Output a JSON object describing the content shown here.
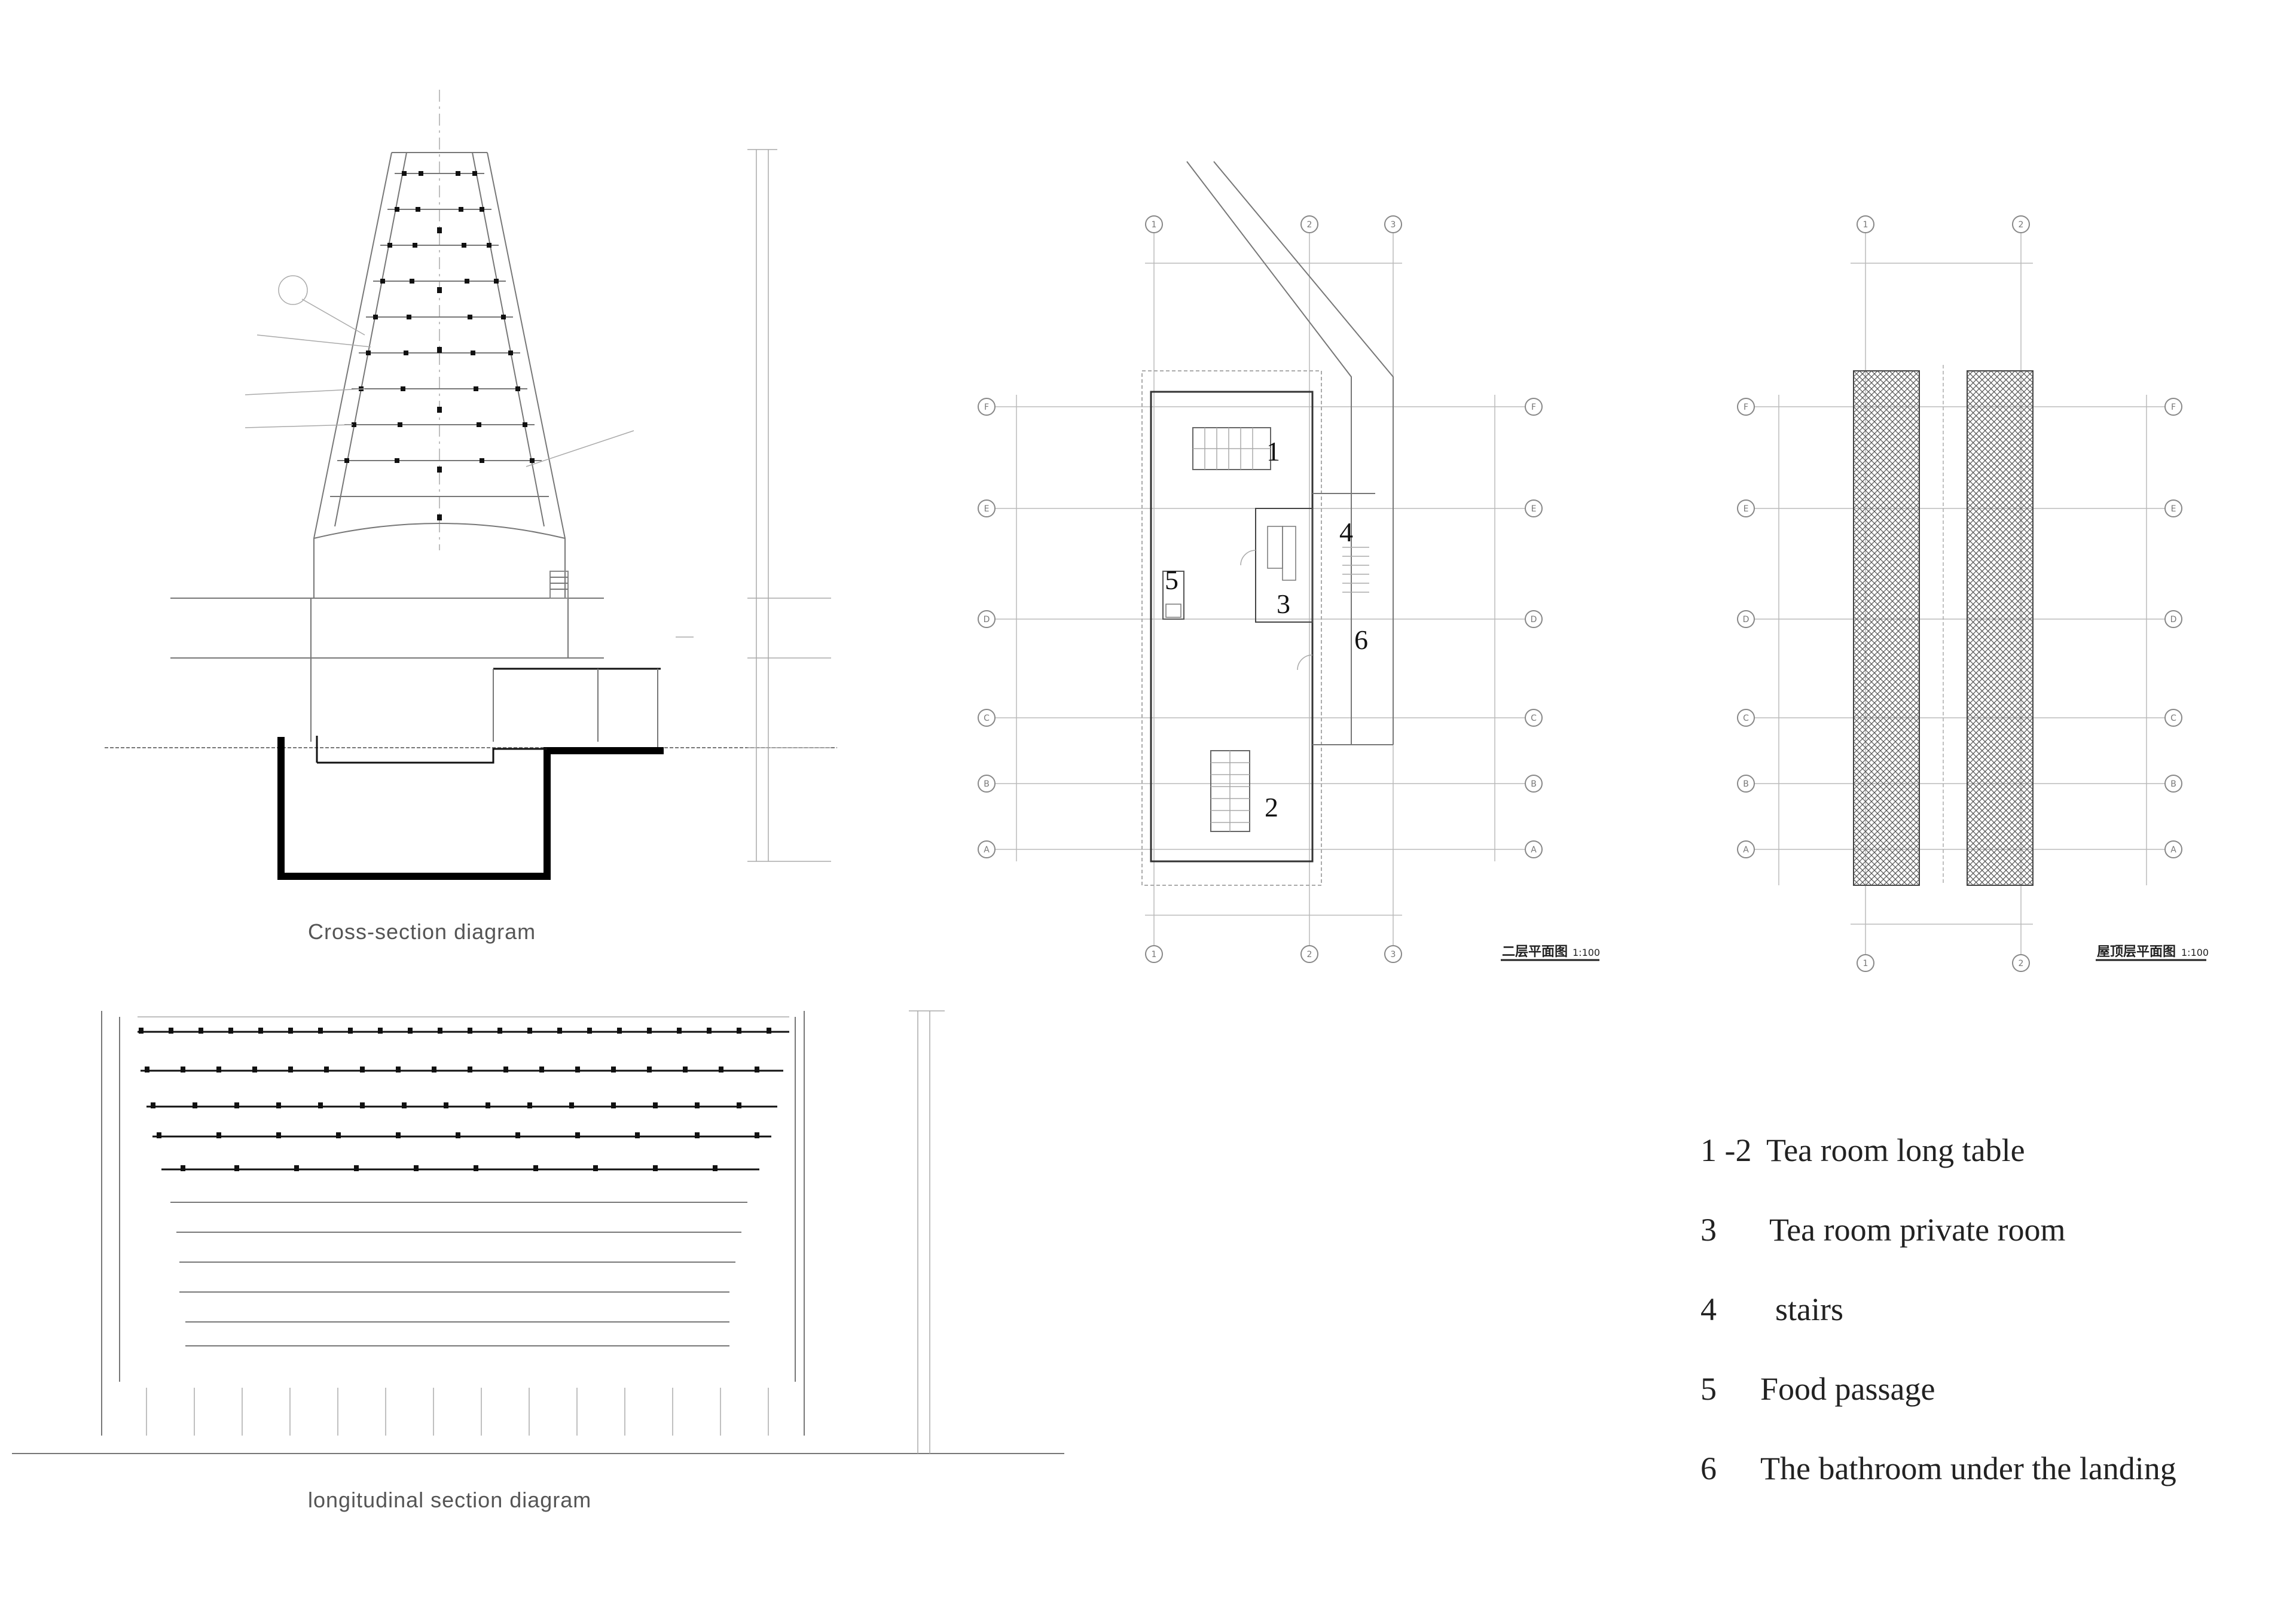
{
  "captions": {
    "cross_section": "Cross-section diagram",
    "longitudinal_section": "longitudinal section diagram"
  },
  "plans": {
    "second_floor": {
      "title": "二层平面图",
      "scale": "1:100"
    },
    "roof": {
      "title": "屋顶层平面图",
      "scale": "1:100"
    }
  },
  "room_numbers": [
    "1",
    "2",
    "3",
    "4",
    "5",
    "6"
  ],
  "axis_letters": [
    "F",
    "E",
    "D",
    "C",
    "B",
    "A"
  ],
  "axis_numbers_floor": [
    "1",
    "2",
    "3"
  ],
  "axis_numbers_roof": [
    "1",
    "2"
  ],
  "legend": [
    {
      "num": "1 -2",
      "text": "Tea room long table"
    },
    {
      "num": "3",
      "text": "Tea room private room"
    },
    {
      "num": "4",
      "text": "stairs"
    },
    {
      "num": "5",
      "text": "Food passage"
    },
    {
      "num": "6",
      "text": "The bathroom under the landing"
    }
  ]
}
